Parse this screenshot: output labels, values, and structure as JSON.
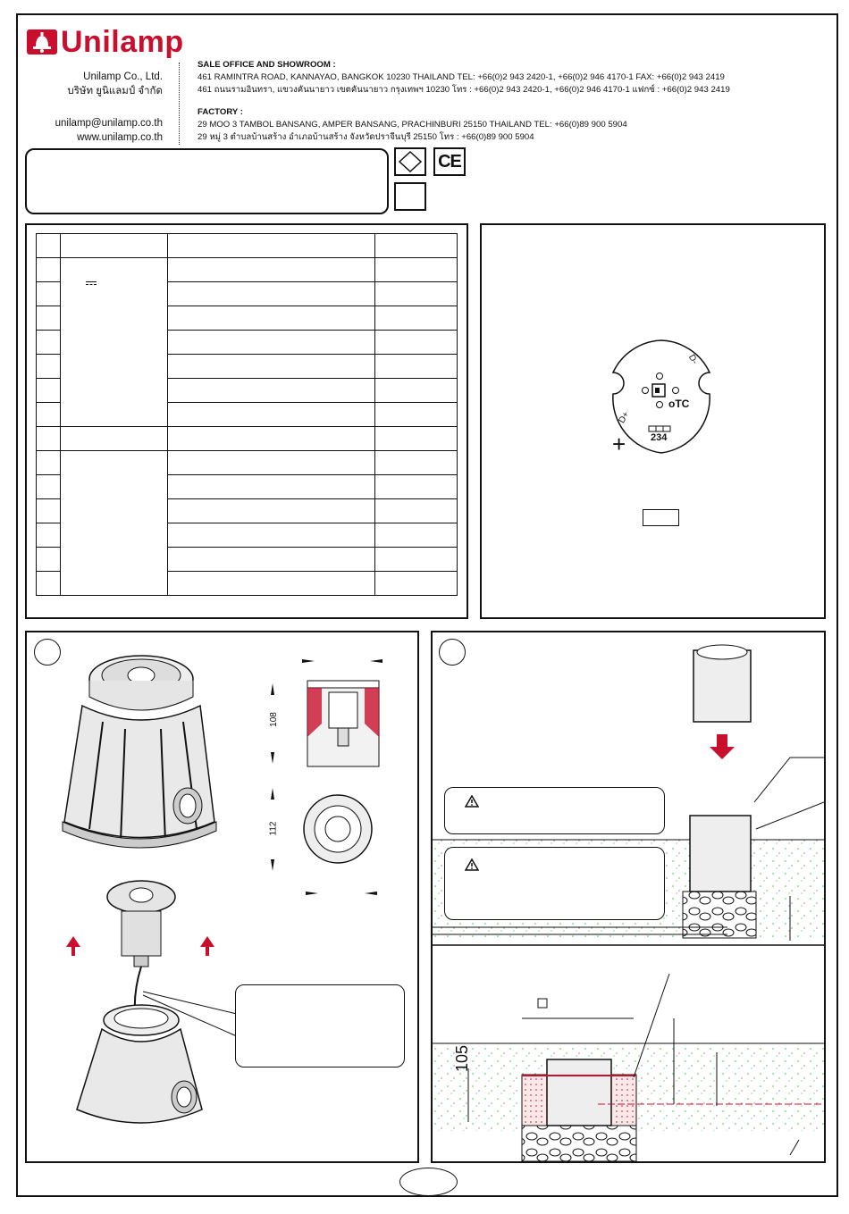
{
  "brand": {
    "name": "Unilamp",
    "color": "#c8102e",
    "logo_icon": "bell-lamp-icon"
  },
  "company": {
    "name_en": "Unilamp Co., Ltd.",
    "name_th": "บริษัท ยูนิแลมป์ จำกัด",
    "email": "unilamp@unilamp.co.th",
    "website": "www.unilamp.co.th"
  },
  "sale_office": {
    "heading": "SALE OFFICE AND SHOWROOM :",
    "address_en": "461 RAMINTRA ROAD, KANNAYAO, BANGKOK 10230 THAILAND TEL: +66(0)2 943 2420-1, +66(0)2 946 4170-1 FAX: +66(0)2 943 2419",
    "address_th": "461 ถนนรามอินทรา, แขวงคันนายาว เขตคันนายาว กรุงเทพฯ 10230 โทร : +66(0)2 943 2420-1, +66(0)2 946 4170-1 แฟกซ์ : +66(0)2 943 2419"
  },
  "factory": {
    "heading": "FACTORY :",
    "address_en": "29 MOO 3 TAMBOL BANSANG, AMPER BANSANG, PRACHINBURI 25150 THAILAND TEL: +66(0)89 900 5904",
    "address_th": "29 หมู่ 3 ตำบลบ้านสร้าง อำเภอบ้านสร้าง จังหวัดปราจีนบุรี 25150 โทร : +66(0)89 900 5904"
  },
  "certs": {
    "ce": "CE"
  },
  "board": {
    "tc_label": "oTC",
    "code": "234",
    "plus": "+",
    "d_plus": "D+",
    "d_minus": "D-"
  },
  "product": {
    "dim_height": "108",
    "dim_width": "112"
  },
  "install": {
    "dim_depth": "105",
    "warning_icon": "warning-triangle-icon"
  }
}
